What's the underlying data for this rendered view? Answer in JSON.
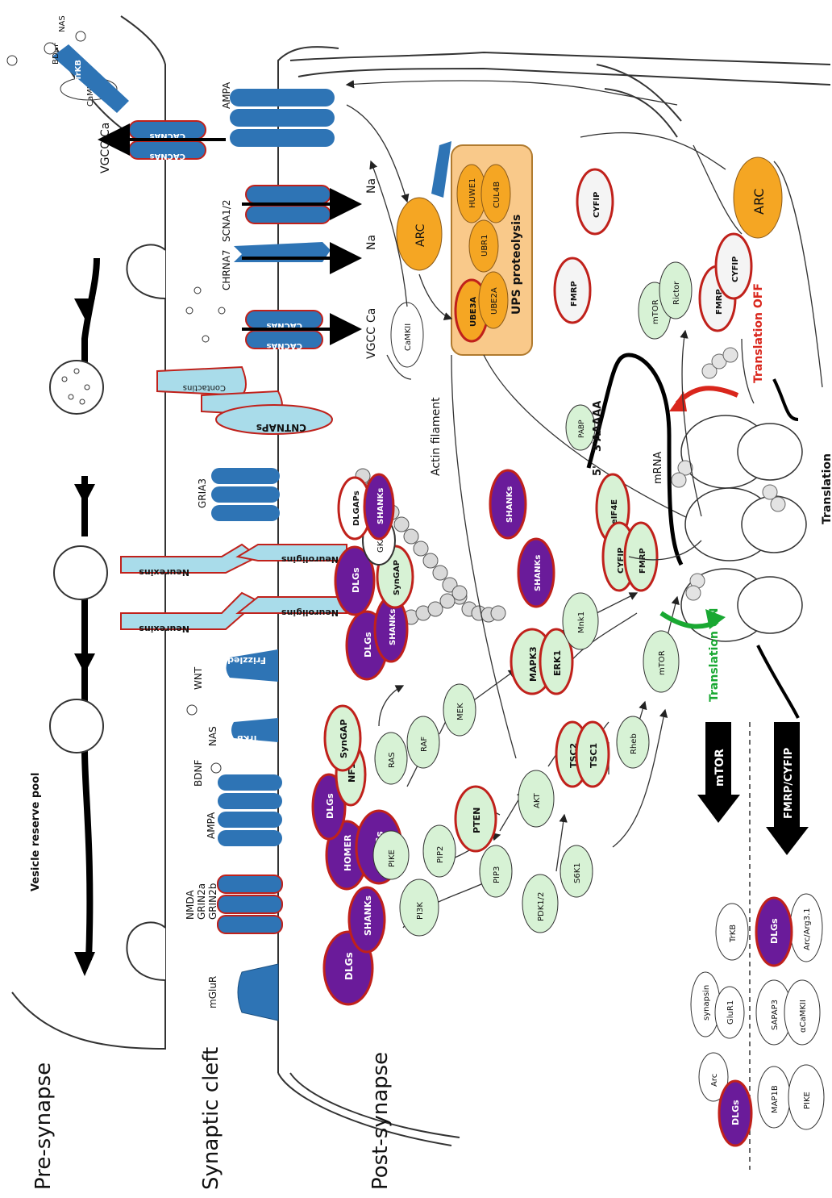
{
  "regions": {
    "pre": "Pre-synapse",
    "cleft": "Synaptic cleft",
    "post": "Post-synapse",
    "vesicle_pool": "Vesicle reserve pool"
  },
  "receptors": {
    "mglur": "mGluR",
    "nmda": [
      "NMDA",
      "GRIN2a",
      "GRIN2b"
    ],
    "ampa": "AMPA",
    "bdnf": "BDNF",
    "nas": "NAS",
    "trkb": "TrKB",
    "wnt": "WNT",
    "frizzleds": "Frizzleds",
    "neurexins": "Neurexins",
    "neuroligins": "Neuroligins",
    "gria3": "GRIA3",
    "cntnaps": "CNTNAPs",
    "contactins": "Contactins",
    "cacnas": "CACNAs",
    "vgcc": "VGCC",
    "chrna7": "CHRNA7",
    "scna": "SCNA1/2",
    "ca": "Ca",
    "na": "Na",
    "camkiv": "CaMKIV",
    "ampa_top": "AMPA"
  },
  "scaffold": {
    "dlgs": "DLGs",
    "shanks": "SHANKs",
    "homer": "HOMER",
    "nf1": "NF1",
    "syngap": "SynGAP",
    "dlgaps": "DLGAPs",
    "gkap": "GKAP",
    "actin": "Actin filament"
  },
  "pathway": {
    "pike": "PIKE",
    "pi3k": "PI3K",
    "pip2": "PIP2",
    "pten": "PTEN",
    "pip3": "PIP3",
    "pdk": "PDK1/2",
    "s6k1": "S6K1",
    "akt": "AKT",
    "ras": "RAS",
    "raf": "RAF",
    "mek": "MEK",
    "mapk3": "MAPK3",
    "erk1": "ERK1",
    "tsc2": "TSC2",
    "tsc1": "TSC1",
    "rheb": "Rheb",
    "mtor": "mTOR",
    "mnk1": "Mnk1",
    "rictor": "Rictor",
    "camkii": "CaMKII"
  },
  "translation": {
    "eif4e": "eIF4E",
    "cyfip": "CYFIP",
    "fmrp": "FMRP",
    "mrna": "mRNA",
    "polya": "3'AAAAA",
    "cap": "5'",
    "pabp": "PABP",
    "on": "Translation ON",
    "off": "Translation OFF",
    "translation": "Translation"
  },
  "ups": {
    "title": "UPS proteolysis",
    "ube3a": "UBE3A",
    "ube2a": "UBE2A",
    "ubr1": "UBR1",
    "huwe1": "HUWE1",
    "cul4b": "CUL4B",
    "arc": "ARC"
  },
  "legend": {
    "mtor": "mTOR",
    "fmrp_cyfip": "FMRP/CYFIP",
    "mtor_targets": [
      "Arc",
      "DLGs",
      "synapsin",
      "GluR1",
      "TrKB"
    ],
    "fmrp_targets": [
      "SAPAP3",
      "MAP1B",
      "PIKE",
      "αCaMKII",
      "Arc/Arg3.1",
      "DLGs"
    ]
  },
  "colors": {
    "receptor": "#2e74b5",
    "receptor_outline": "#c0211b",
    "purple": "#6a1b9a",
    "light_green": "#d7f2d5",
    "light_blue": "#a9dcea",
    "orange": "#f5a623",
    "ups_box": "#f9c98a",
    "green_arrow": "#19a832",
    "red_arrow": "#d9261c"
  }
}
